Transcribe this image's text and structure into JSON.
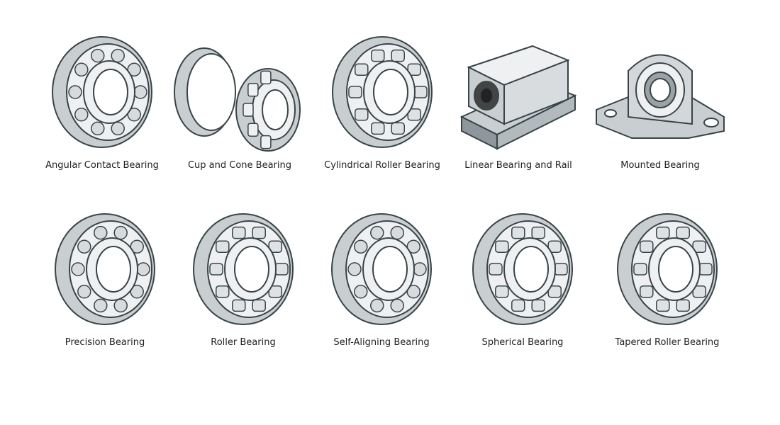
{
  "rows": [
    [
      {
        "label": "Angular Contact Bearing",
        "icon": "ball-bearing"
      },
      {
        "label": "Cup and Cone Bearing",
        "icon": "cup-cone"
      },
      {
        "label": "Cylindrical Roller Bearing",
        "icon": "roller-bearing"
      },
      {
        "label": "Linear Bearing and Rail",
        "icon": "linear-block"
      },
      {
        "label": "Mounted Bearing",
        "icon": "pillow-block"
      }
    ],
    [
      {
        "label": "Precision Bearing",
        "icon": "ball-bearing"
      },
      {
        "label": "Roller Bearing",
        "icon": "roller-bearing"
      },
      {
        "label": "Self-Aligning Bearing",
        "icon": "ball-bearing"
      },
      {
        "label": "Spherical Bearing",
        "icon": "roller-bearing"
      },
      {
        "label": "Tapered Roller Bearing",
        "icon": "roller-bearing"
      }
    ]
  ]
}
